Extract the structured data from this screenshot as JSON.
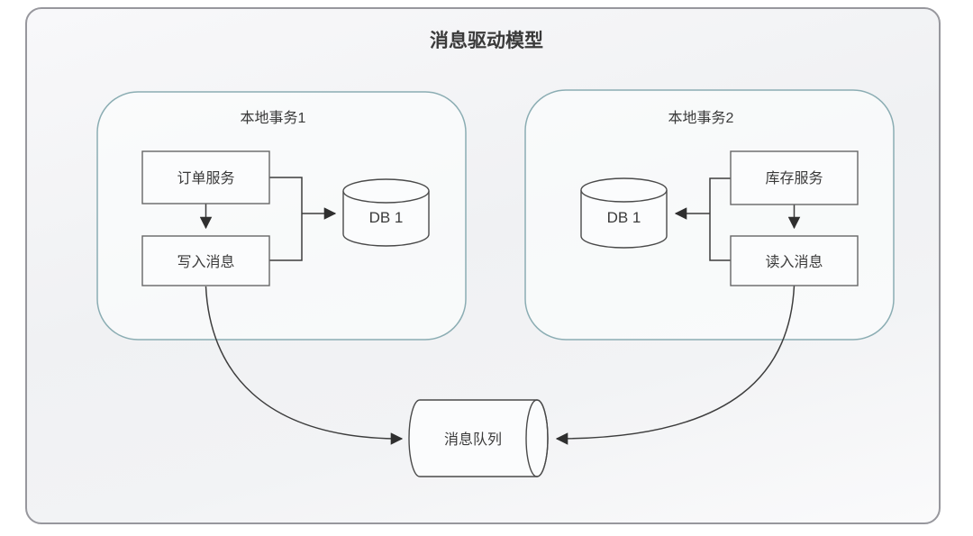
{
  "title": "消息驱动模型",
  "left_transaction": {
    "label": "本地事务1",
    "service": "订单服务",
    "message_step": "写入消息",
    "db": "DB 1"
  },
  "right_transaction": {
    "label": "本地事务2",
    "service": "库存服务",
    "message_step": "读入消息",
    "db": "DB 1"
  },
  "queue": {
    "label": "消息队列"
  },
  "colors": {
    "frame_border": "#97979d",
    "container_border": "#8badb3",
    "node_border": "#666666",
    "line": "#3d3d3d",
    "text": "#3a3a3a",
    "canvas_background": "#f2f3f5"
  }
}
